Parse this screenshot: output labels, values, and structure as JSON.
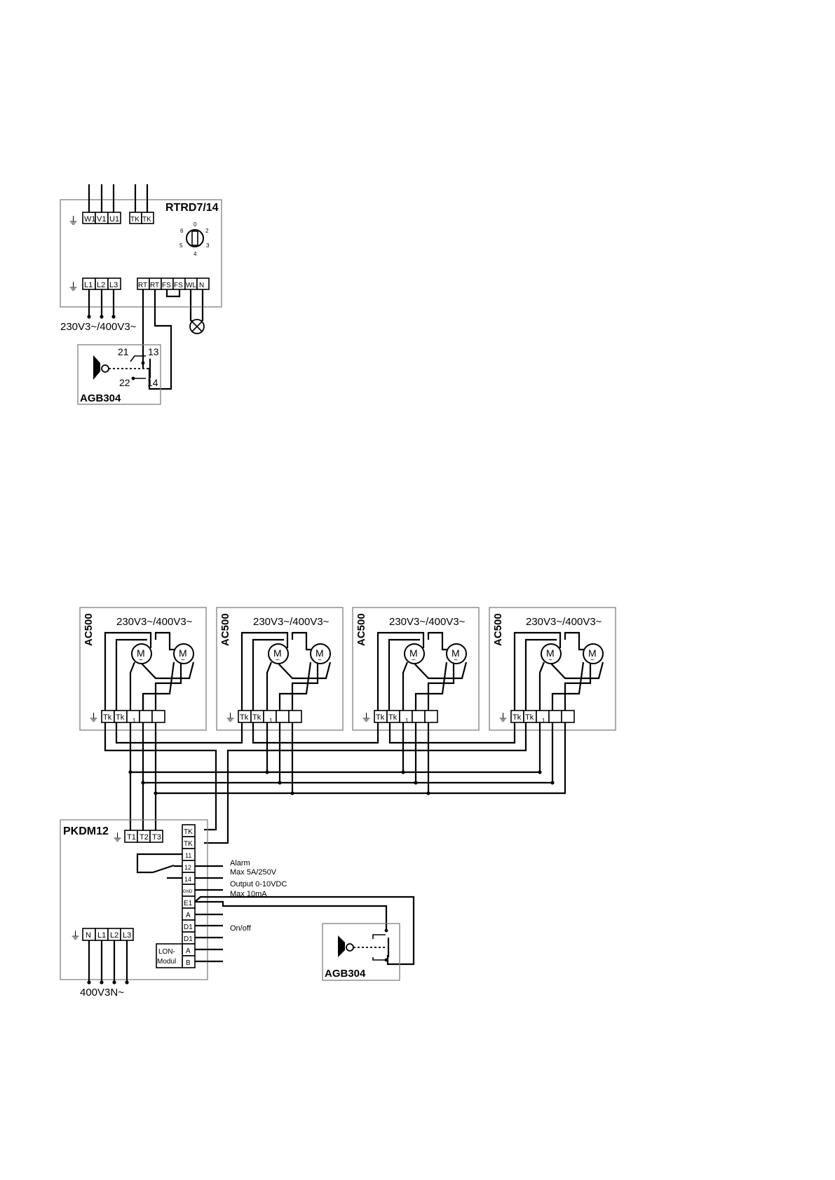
{
  "rtrd": {
    "title": "RTRD7/14",
    "top_terminals": [
      "W1",
      "V1",
      "U1"
    ],
    "tk_terminals": [
      "TK",
      "TK"
    ],
    "bottom_terminals": [
      "L1",
      "L2",
      "L3"
    ],
    "control_terminals": [
      "RT",
      "RT",
      "FS",
      "FS",
      "WL",
      "N"
    ],
    "dial_marks": [
      "0",
      "2",
      "3",
      "4",
      "5",
      "6"
    ],
    "supply": "230V3~/400V3~"
  },
  "agb_top": {
    "title": "AGB304",
    "contact_numbers": [
      "21",
      "13",
      "22",
      "14"
    ]
  },
  "ac500": {
    "title": "AC500",
    "supply": "230V3~/400V3~",
    "terminals": [
      "Tk",
      "Tk",
      "1"
    ],
    "motor_label": "M"
  },
  "pkdm": {
    "title": "PKDM12",
    "t_terminals": [
      "T1",
      "T2",
      "T3"
    ],
    "side_terminals": [
      "TK",
      "TK",
      "11",
      "12",
      "14",
      "GND",
      "E1",
      "A",
      "D1",
      "D1",
      "A",
      "B"
    ],
    "lon_label_1": "LON-",
    "lon_label_2": "Modul",
    "supply_terminals": [
      "N",
      "L1",
      "L2",
      "L3"
    ],
    "supply": "400V3N~",
    "alarm_label": "Alarm",
    "alarm_rating": "Max 5A/250V",
    "output_label": "Output 0-10VDC",
    "output_rating": "Max 10mA",
    "onoff_label": "On/off"
  },
  "agb_bottom": {
    "title": "AGB304"
  }
}
